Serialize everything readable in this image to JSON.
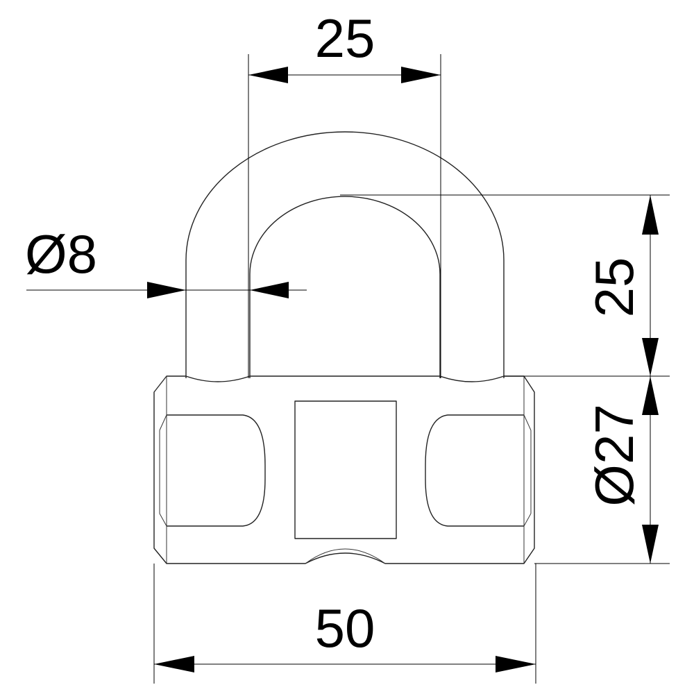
{
  "dimensions": {
    "shackle_gap": "25",
    "shackle_diameter": "Ø8",
    "shackle_height": "25",
    "body_diameter": "Ø27",
    "body_width": "50"
  },
  "colors": {
    "line": "#222222",
    "text": "#000000",
    "background": "#ffffff"
  }
}
